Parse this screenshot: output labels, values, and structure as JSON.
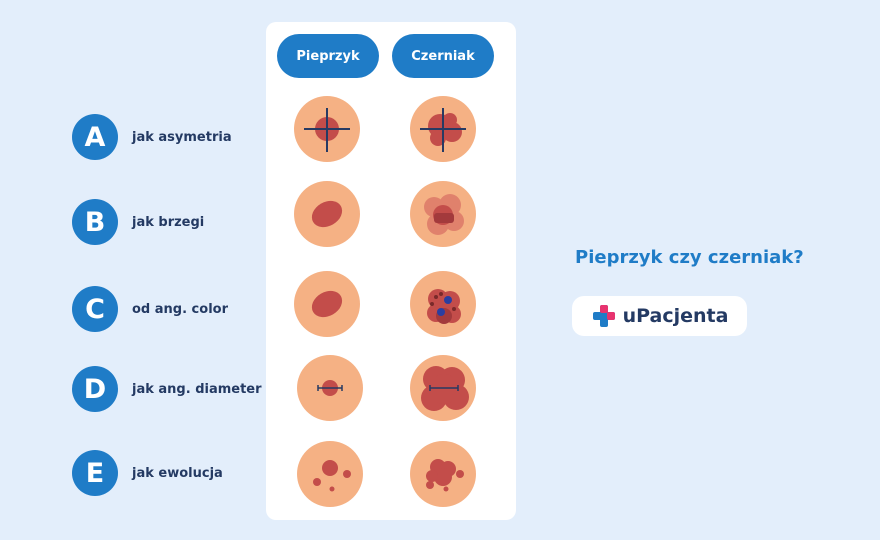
{
  "columns": {
    "mole": "Pieprzyk",
    "melanoma": "Czerniak"
  },
  "rows": [
    {
      "letter": "A",
      "label": "jak asymetria"
    },
    {
      "letter": "B",
      "label": "jak brzegi"
    },
    {
      "letter": "C",
      "label": "od ang. color"
    },
    {
      "letter": "D",
      "label": "jak ang. diameter"
    },
    {
      "letter": "E",
      "label": "jak ewolucja"
    }
  ],
  "title": "Pieprzyk czy czerniak?",
  "brand": {
    "name": "uPacjenta",
    "icon": "medical-cross-logo-icon",
    "color_primary": "#1f7cc7",
    "color_accent": "#e8336f"
  },
  "colors": {
    "skin": "#f5b184",
    "lesion": "#c34d4a",
    "dark": "#a33a3c",
    "blue_dot": "#2b3ea0",
    "line": "#273a63"
  }
}
